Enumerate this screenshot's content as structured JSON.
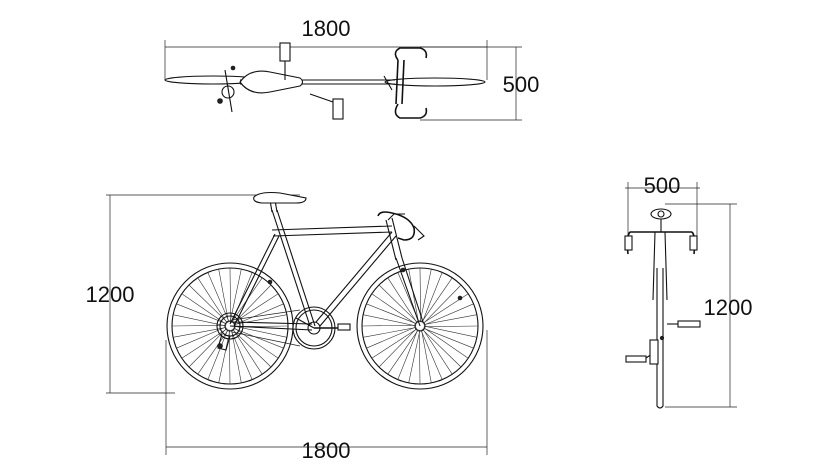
{
  "dimensions": {
    "top_length": "1800",
    "top_width": "500",
    "side_height": "1200",
    "side_length": "1800",
    "front_width": "500",
    "front_height": "1200"
  },
  "colors": {
    "line": "#111111",
    "background": "#ffffff"
  }
}
